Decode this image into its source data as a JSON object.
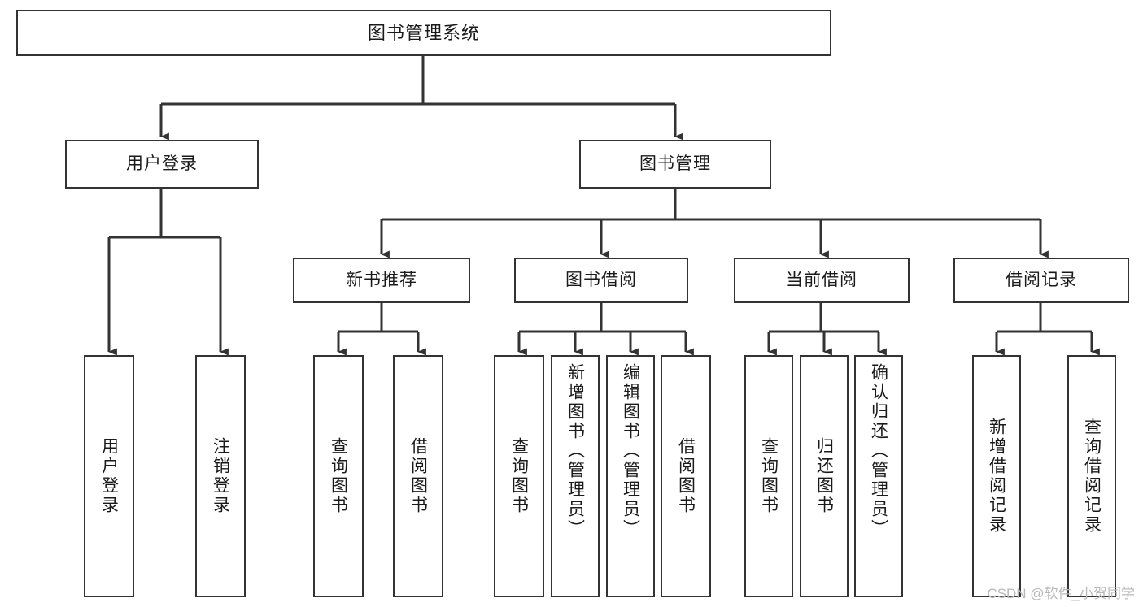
{
  "diagram": {
    "title": "图书管理系统",
    "type": "tree",
    "orientation": "top-down",
    "colors": {
      "background": "#ffffff",
      "box_border": "#333333",
      "box_fill": "#ffffff",
      "edge": "#333333",
      "text": "#1a1a1a",
      "watermark": "#b9b9b9"
    }
  },
  "nodes": {
    "root": {
      "label": "图书管理系统",
      "level": 1
    },
    "level2": [
      {
        "id": "user-login",
        "label": "用户登录"
      },
      {
        "id": "book-manage",
        "label": "图书管理"
      }
    ],
    "level3": [
      {
        "id": "new-book-recommend",
        "label": "新书推荐"
      },
      {
        "id": "book-borrow",
        "label": "图书借阅"
      },
      {
        "id": "current-borrow",
        "label": "当前借阅"
      },
      {
        "id": "borrow-record",
        "label": "借阅记录"
      }
    ],
    "leaves": {
      "user-login": [
        {
          "id": "leaf-user-login",
          "label": "用户登录"
        },
        {
          "id": "leaf-logout",
          "label": "注销登录"
        }
      ],
      "new-book-recommend": [
        {
          "id": "leaf-query-book-1",
          "label": "查询图书"
        },
        {
          "id": "leaf-borrow-book-1",
          "label": "借阅图书"
        }
      ],
      "book-borrow": [
        {
          "id": "leaf-query-book-2",
          "label": "查询图书"
        },
        {
          "id": "leaf-add-book",
          "label": "新增图书（管理员）"
        },
        {
          "id": "leaf-edit-book",
          "label": "编辑图书（管理员）"
        },
        {
          "id": "leaf-borrow-book-2",
          "label": "借阅图书"
        }
      ],
      "current-borrow": [
        {
          "id": "leaf-query-book-3",
          "label": "查询图书"
        },
        {
          "id": "leaf-return-book",
          "label": "归还图书"
        },
        {
          "id": "leaf-confirm-return",
          "label": "确认归还（管理员）"
        }
      ],
      "borrow-record": [
        {
          "id": "leaf-add-record",
          "label": "新增借阅记录"
        },
        {
          "id": "leaf-query-record",
          "label": "查询借阅记录"
        }
      ]
    }
  },
  "watermark": {
    "text": "CSDN @软件_小贺同学"
  }
}
